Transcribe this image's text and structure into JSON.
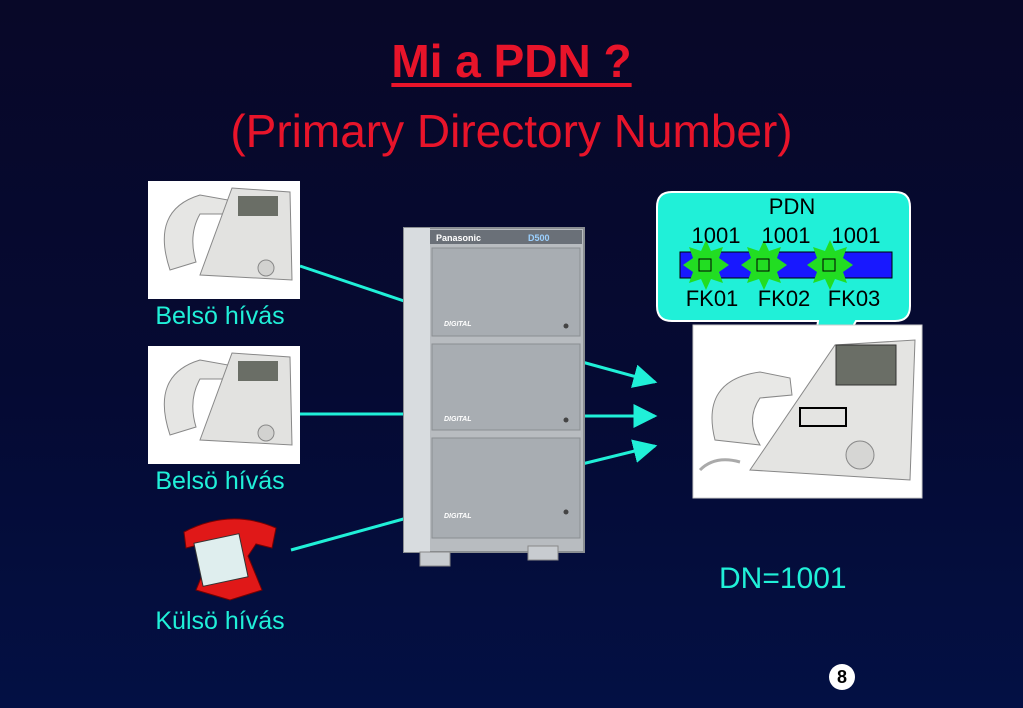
{
  "title": "Mi a PDN ?",
  "subtitle": "(Primary Directory Number)",
  "left_labels": [
    "Belsö hívás",
    "Belsö hívás",
    "Külsö hívás"
  ],
  "pbx": {
    "brand": "Panasonic",
    "model": "D500",
    "module_label": "DIGITAL"
  },
  "callout": {
    "header": "PDN",
    "numbers": [
      "1001",
      "1001",
      "1001"
    ],
    "keys": [
      "FK01",
      "FK02",
      "FK03"
    ]
  },
  "dn_label": "DN=1001",
  "slide_number": "8",
  "colors": {
    "title": "#e8142a",
    "label": "#20f0d8",
    "callout_bg": "#20f0d8",
    "key_bar": "#1818ff",
    "led": "#22dd22"
  }
}
